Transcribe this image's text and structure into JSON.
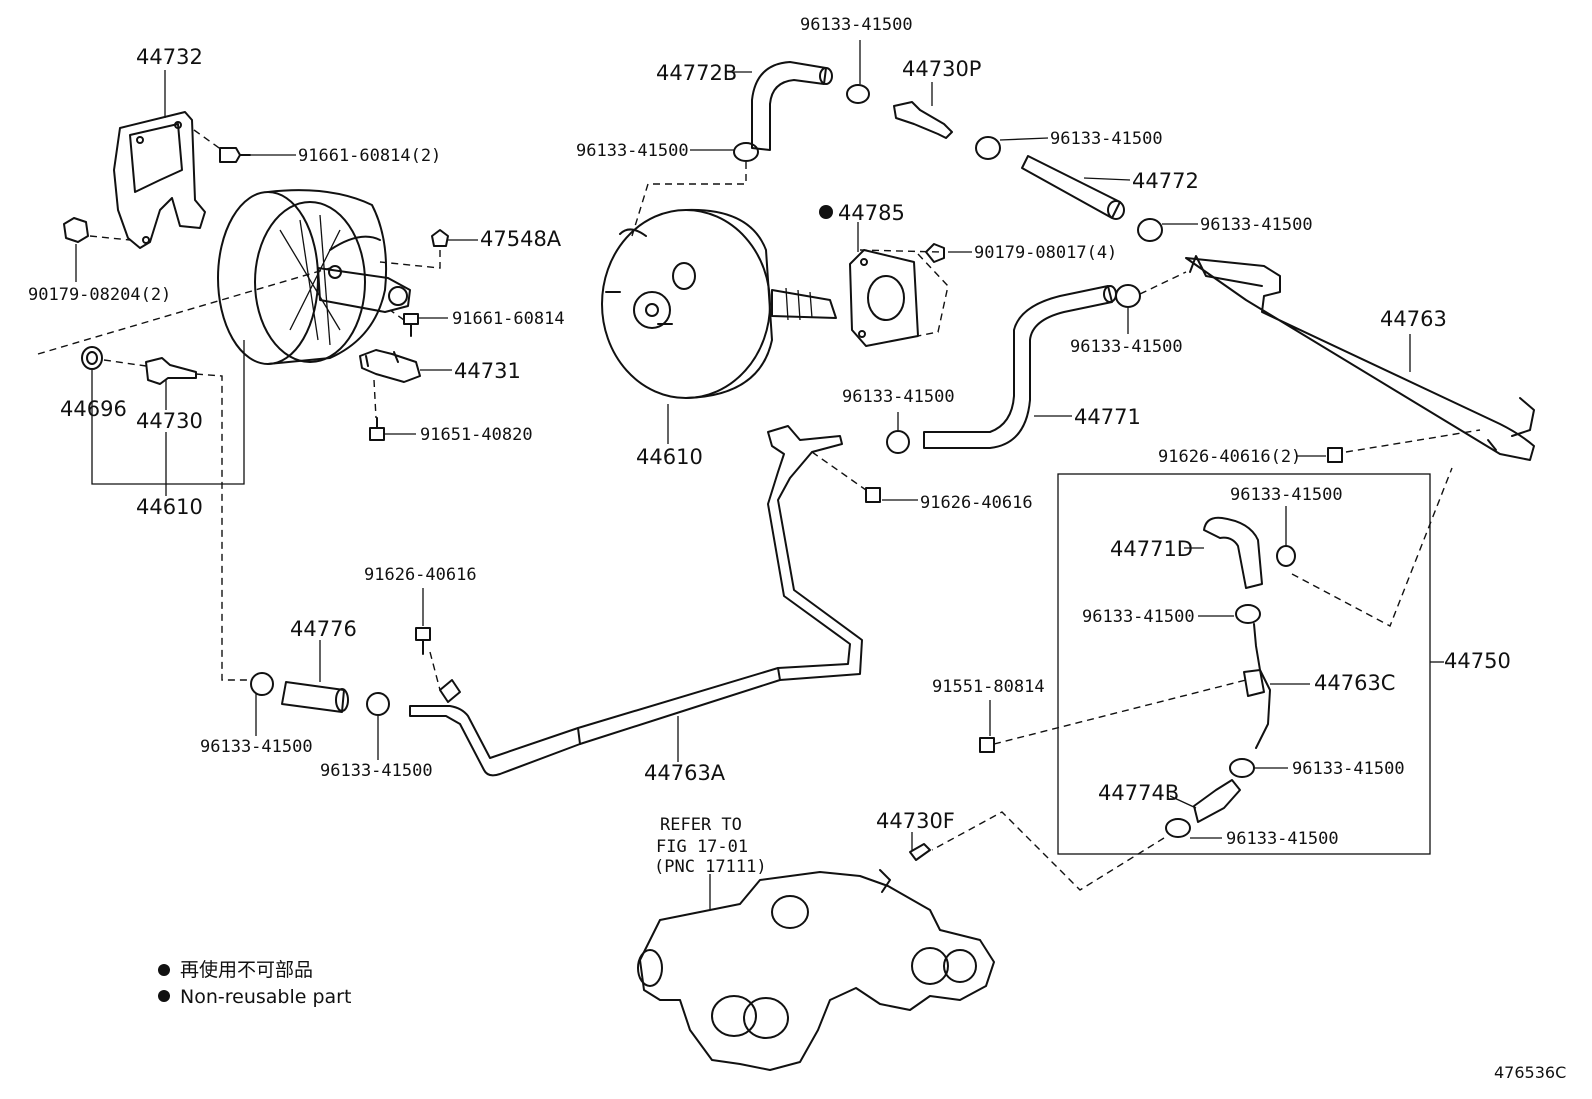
{
  "labels": {
    "p44732": "44732",
    "p91661_60814_2": "91661-60814(2)",
    "p47548A": "47548A",
    "p90179_08204_2": "90179-08204(2)",
    "p91661_60814": "91661-60814",
    "p44731": "44731",
    "p44696": "44696",
    "p44730": "44730",
    "p44610_left": "44610",
    "p91651_40820": "91651-40820",
    "p96133_top": "96133-41500",
    "p44772B": "44772B",
    "p44730P": "44730P",
    "p96133_a": "96133-41500",
    "p96133_b": "96133-41500",
    "p44772": "44772",
    "p44785": "44785",
    "p96133_c": "96133-41500",
    "p90179_08017_4": "90179-08017(4)",
    "p96133_d": "96133-41500",
    "p44763": "44763",
    "p44610_center": "44610",
    "p96133_e": "96133-41500",
    "p44771": "44771",
    "p91626_40616_2": "91626-40616(2)",
    "p91626_40616_a": "91626-40616",
    "p96133_f": "96133-41500",
    "p44771D": "44771D",
    "p96133_g": "96133-41500",
    "p91626_40616_b": "91626-40616",
    "p44776": "44776",
    "p91551_80814": "91551-80814",
    "p44763C": "44763C",
    "p44750": "44750",
    "p96133_h": "96133-41500",
    "p96133_i": "96133-41500",
    "p44763A": "44763A",
    "p96133_j": "96133-41500",
    "p44774B": "44774B",
    "p96133_k": "96133-41500",
    "p44730F": "44730F"
  },
  "refer": {
    "line1": "REFER TO",
    "line2": "FIG 17-01",
    "line3": "(PNC 17111)"
  },
  "legend": {
    "jp": "再使用不可部品",
    "en": "Non-reusable part"
  },
  "figure_id": "476536C"
}
